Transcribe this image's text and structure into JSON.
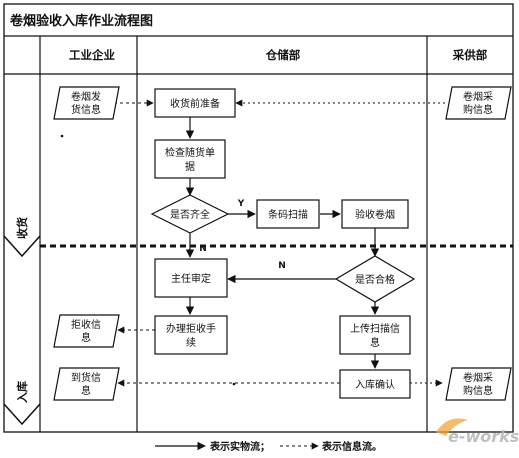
{
  "title": "卷烟验收入库作业流程图",
  "columns": {
    "industry": "工业企业",
    "warehouse": "仓储部",
    "purchase": "采供部"
  },
  "lanes": {
    "receiving": "收货",
    "storage": "入库"
  },
  "nodes": {
    "ship_info": [
      "卷烟发",
      "货信息"
    ],
    "pre_receipt": [
      "收货前准备"
    ],
    "check_docs": [
      "检查随货单",
      "据"
    ],
    "complete_q": [
      "是否齐全"
    ],
    "barcode_scan": [
      "条码扫描"
    ],
    "accept_cigs": [
      "验收卷烟"
    ],
    "supervisor": [
      "主任审定"
    ],
    "qualified_q": [
      "是否合格"
    ],
    "reject_info": [
      "拒收信",
      "息"
    ],
    "handle_reject": [
      "办理拒收手",
      "续"
    ],
    "upload_scan": [
      "上传扫描信",
      "息"
    ],
    "arrival_info": [
      "到货信",
      "息"
    ],
    "confirm_storage": [
      "入库确认"
    ],
    "purchase_info_top": [
      "卷烟采",
      "购信息"
    ],
    "purchase_info_bottom": [
      "卷烟采",
      "购信息"
    ]
  },
  "edge_labels": {
    "yes": "Y",
    "no_left": "N",
    "no_bottom": "N"
  },
  "legend": {
    "physical": "表示实物流；",
    "info": "表示信息流。"
  },
  "watermark": "e-works"
}
